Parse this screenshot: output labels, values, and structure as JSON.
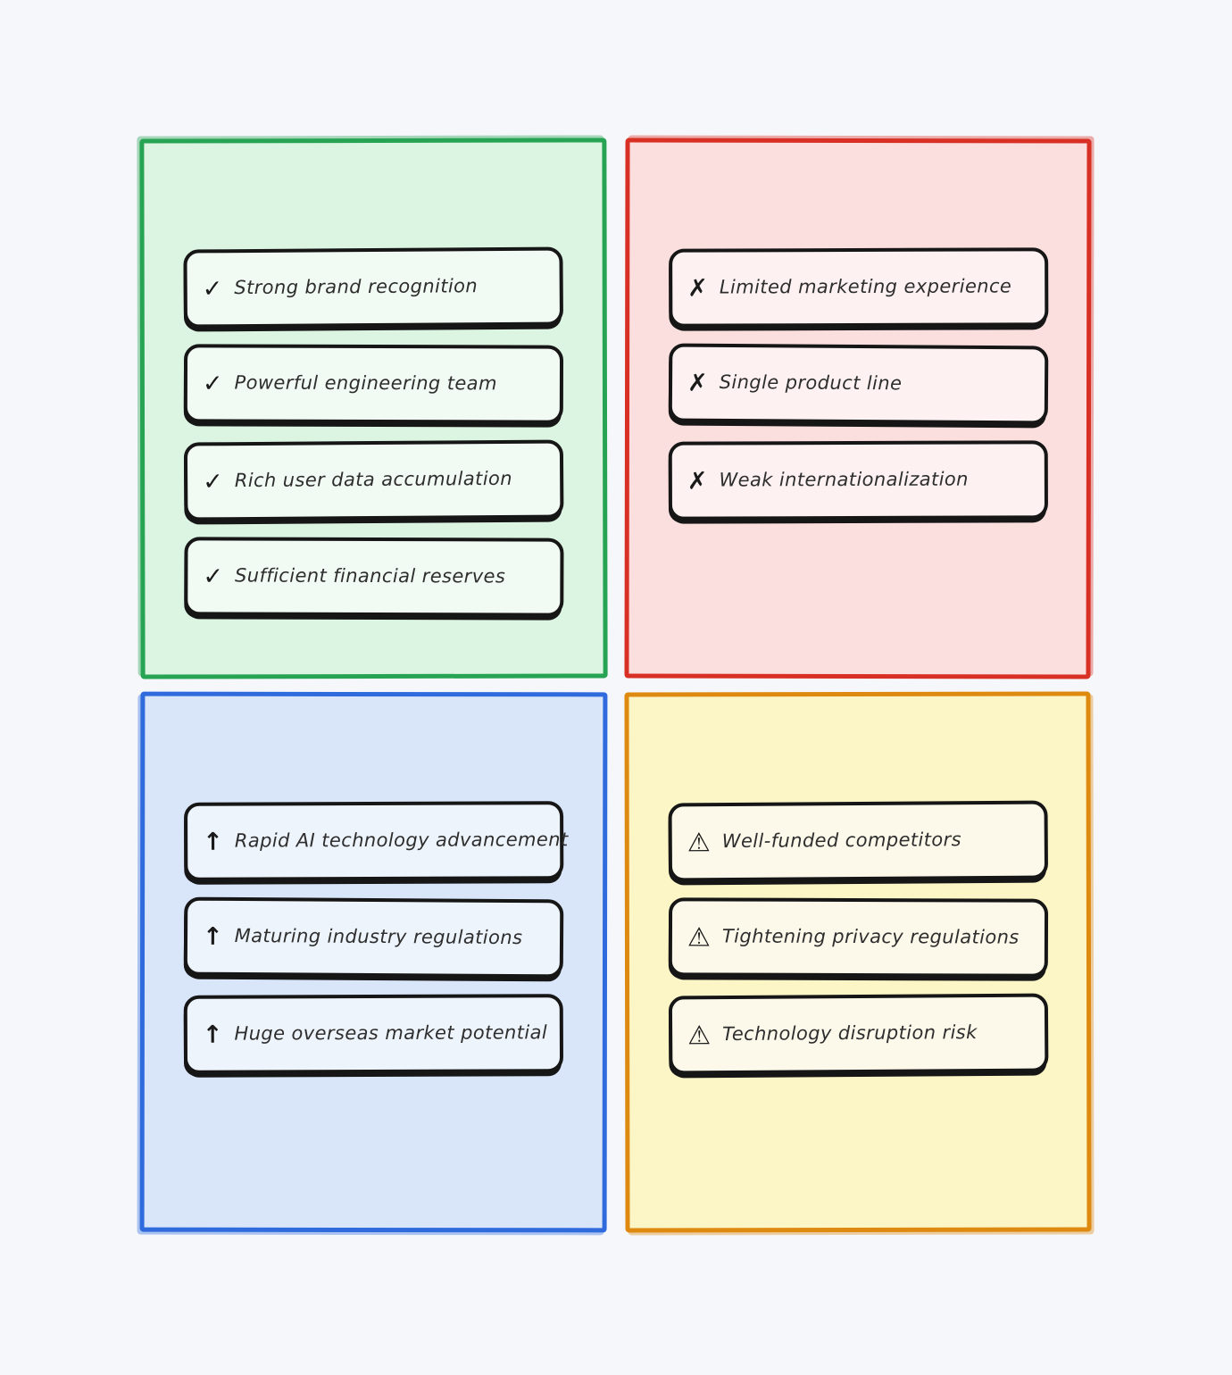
{
  "canvas": {
    "background": "#f6f7fa"
  },
  "quadrants": {
    "strengths": {
      "icon": "✓",
      "icon_name": "check-icon",
      "colors": {
        "border": "#27a453",
        "fill": "#dcf5e2",
        "item_fill": "#f2faf4"
      },
      "items": [
        "Strong brand recognition",
        "Powerful engineering team",
        "Rich user data accumulation",
        "Sufficient financial reserves"
      ]
    },
    "weaknesses": {
      "icon": "✗",
      "icon_name": "cross-icon",
      "colors": {
        "border": "#d93025",
        "fill": "#fbdfdf",
        "item_fill": "#fdf2f1"
      },
      "items": [
        "Limited marketing experience",
        "Single product line",
        "Weak internationalization"
      ]
    },
    "opportunities": {
      "icon": "↑",
      "icon_name": "up-arrow-icon",
      "colors": {
        "border": "#2f6bdd",
        "fill": "#d9e6fa",
        "item_fill": "#eef4fc"
      },
      "items": [
        "Rapid AI technology advancement",
        "Maturing industry regulations",
        "Huge overseas market potential"
      ]
    },
    "threats": {
      "icon": "⚠",
      "icon_name": "warning-icon",
      "colors": {
        "border": "#de8a10",
        "fill": "#fcf5c6",
        "item_fill": "#fdf9ea"
      },
      "items": [
        "Well-funded competitors",
        "Tightening privacy regulations",
        "Technology disruption risk"
      ]
    }
  }
}
